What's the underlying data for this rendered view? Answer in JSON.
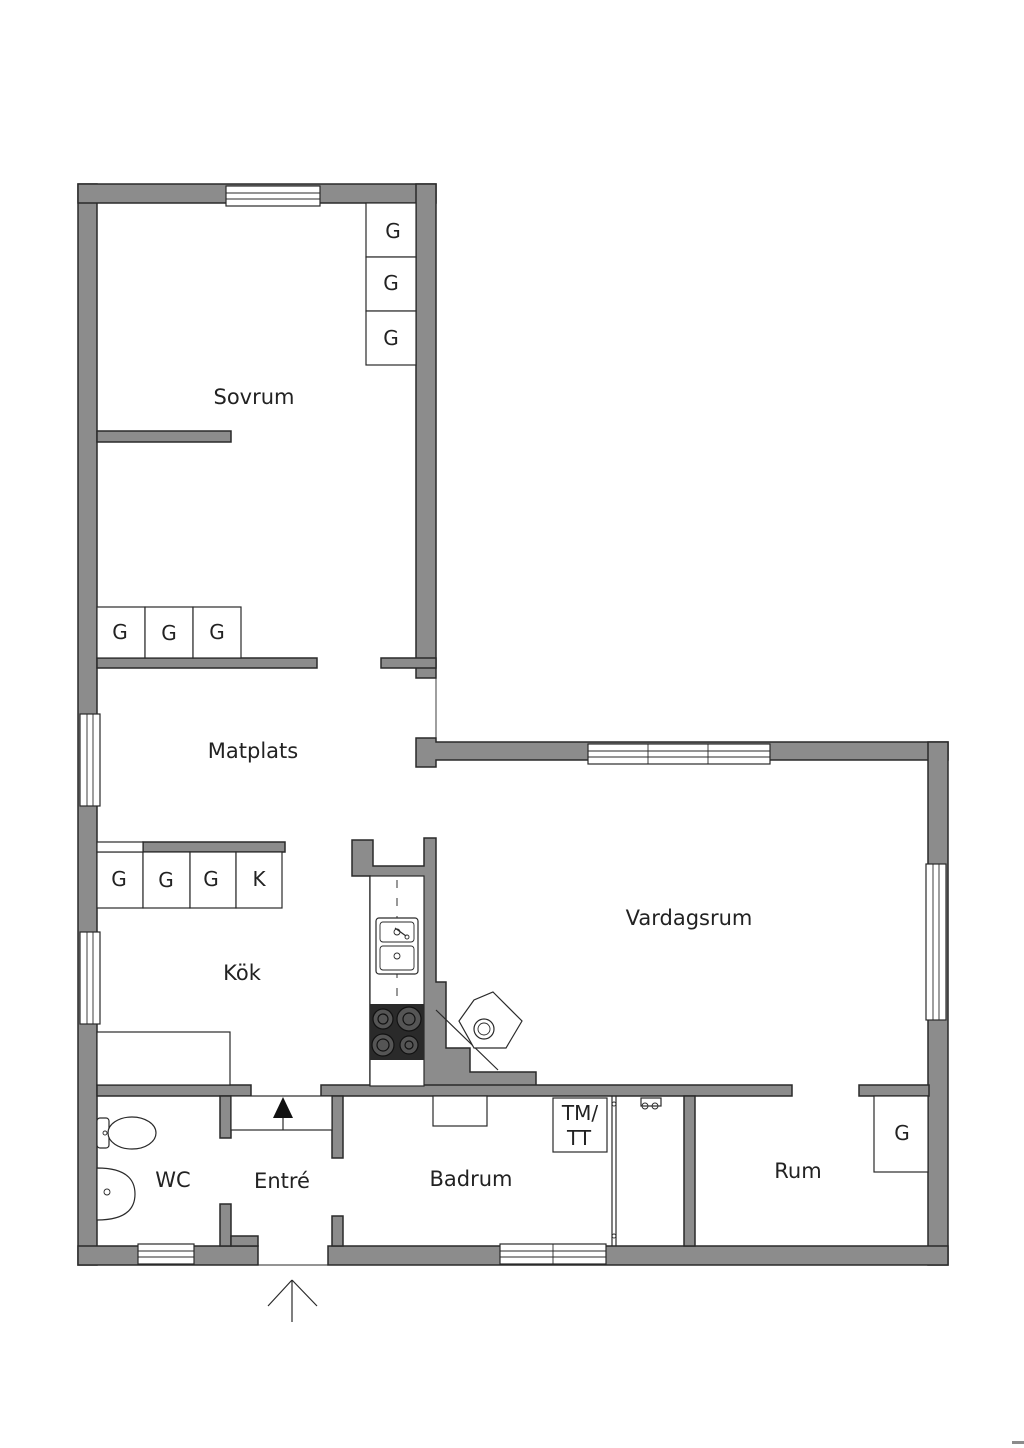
{
  "rooms": {
    "sovrum": "Sovrum",
    "matplats": "Matplats",
    "kok": "Kök",
    "vardagsrum": "Vardagsrum",
    "wc": "WC",
    "entre": "Entré",
    "badrum": "Badrum",
    "rum": "Rum"
  },
  "storage": {
    "sovrum_right": [
      "G",
      "G",
      "G"
    ],
    "sovrum_bottom": [
      "G",
      "G",
      "G"
    ],
    "kok": [
      "G",
      "G",
      "G",
      "K"
    ],
    "rum": "G"
  },
  "appliances": {
    "laundry_line1": "TM/",
    "laundry_line2": "TT"
  },
  "colors": {
    "wall": "#8c8c8c",
    "outline": "#2a2a2a",
    "background": "#ffffff"
  }
}
